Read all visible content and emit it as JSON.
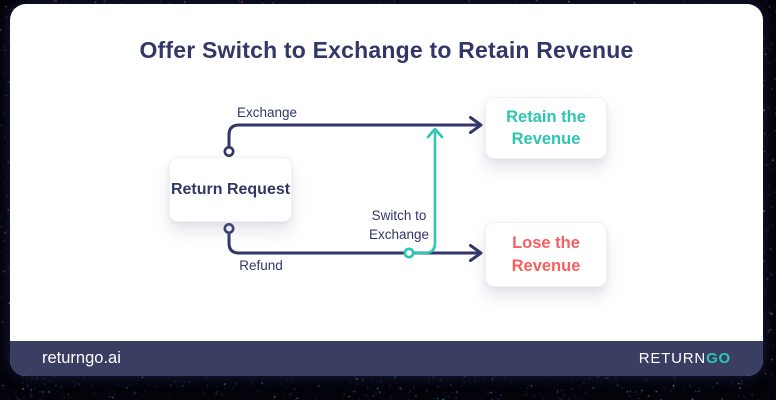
{
  "title": "Offer Switch to Exchange to Retain Revenue",
  "diagram": {
    "nodes": {
      "return_request": {
        "label": "Return Request"
      },
      "retain": {
        "label": "Retain the Revenue"
      },
      "lose": {
        "label": "Lose the Revenue"
      }
    },
    "edges": {
      "exchange": {
        "label": "Exchange"
      },
      "refund": {
        "label": "Refund"
      },
      "switch": {
        "line1": "Switch to",
        "line2": "Exchange"
      }
    }
  },
  "footer": {
    "site": "returngo.ai",
    "logo_return": "RETURN",
    "logo_go": "GO"
  },
  "colors": {
    "navy": "#323768",
    "teal": "#2DC5B4",
    "red": "#F85F5F",
    "footer_bg": "#3A3E63",
    "card_bg": "#FFFFFF",
    "page_bg": "#030309"
  }
}
